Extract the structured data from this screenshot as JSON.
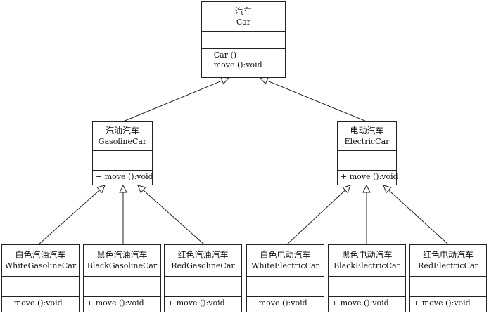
{
  "classes": {
    "car": {
      "name_zh": "汽车",
      "name_en": "Car",
      "operations": [
        "+ Car ()",
        "+ move ():void"
      ]
    },
    "gasoline_car": {
      "name_zh": "汽油汽车",
      "name_en": "GasolineCar",
      "operations": [
        "+ move ():void"
      ]
    },
    "electric_car": {
      "name_zh": "电动汽车",
      "name_en": "ElectricCar",
      "operations": [
        "+ move ():void"
      ]
    },
    "white_gasoline_car": {
      "name_zh": "白色汽油汽车",
      "name_en": "WhiteGasolineCar",
      "operations": [
        "+ move ():void"
      ]
    },
    "black_gasoline_car": {
      "name_zh": "黑色汽油汽车",
      "name_en": "BlackGasolineCar",
      "operations": [
        "+ move ():void"
      ]
    },
    "red_gasoline_car": {
      "name_zh": "红色汽油汽车",
      "name_en": "RedGasolineCar",
      "operations": [
        "+ move ():void"
      ]
    },
    "white_electric_car": {
      "name_zh": "白色电动汽车",
      "name_en": "WhiteElectricCar",
      "operations": [
        "+ move ():void"
      ]
    },
    "black_electric_car": {
      "name_zh": "黑色电动汽车",
      "name_en": "BlackElectricCar",
      "operations": [
        "+ move ():void"
      ]
    },
    "red_electric_car": {
      "name_zh": "红色电动汽车",
      "name_en": "RedElectricCar",
      "operations": [
        "+ move ():void"
      ]
    }
  },
  "relations": [
    {
      "type": "generalization",
      "from": "gasoline_car",
      "to": "car"
    },
    {
      "type": "generalization",
      "from": "electric_car",
      "to": "car"
    },
    {
      "type": "generalization",
      "from": "white_gasoline_car",
      "to": "gasoline_car"
    },
    {
      "type": "generalization",
      "from": "black_gasoline_car",
      "to": "gasoline_car"
    },
    {
      "type": "generalization",
      "from": "red_gasoline_car",
      "to": "gasoline_car"
    },
    {
      "type": "generalization",
      "from": "white_electric_car",
      "to": "electric_car"
    },
    {
      "type": "generalization",
      "from": "black_electric_car",
      "to": "electric_car"
    },
    {
      "type": "generalization",
      "from": "red_electric_car",
      "to": "electric_car"
    }
  ],
  "colors": {
    "line": "#222222",
    "background": "#ffffff"
  }
}
